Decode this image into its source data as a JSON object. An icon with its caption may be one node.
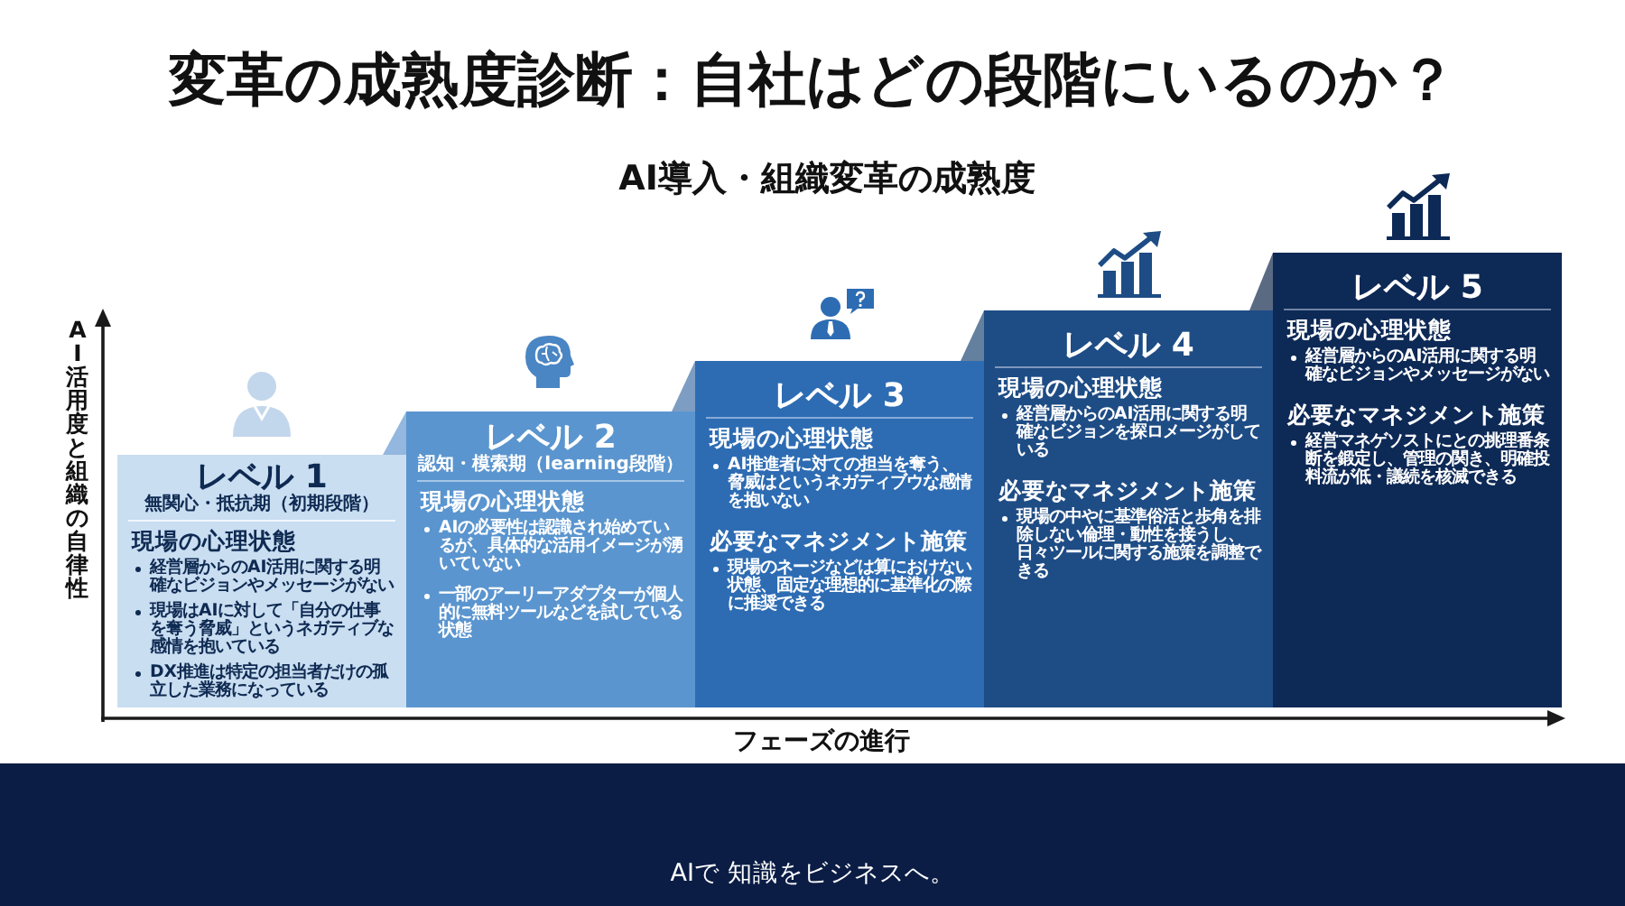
{
  "diagram": {
    "title": "変革の成熟度診断：自社はどの段階にいるのか？",
    "nodes": [
      {
        "text": [
          "レベル 1",
          "無関心・抵抗期（初期段階）",
          "現場の心理状態",
          "経営層からのAI活用に関する明確なビジョンやメッセージがない",
          "現場はAIに対して「自分の仕事を奪う脅威」というネガティブな感情を抱いている",
          "DX推進は特定の担当者だけの孤立した業務になっている"
        ]
      },
      {
        "text": [
          "レベル 2",
          "認知・模索期（learning段階）",
          "現場の心理状態",
          "AIの必要性は認識され始めているが、具体的な活用イメージが湧いていない",
          "一部のアーリーアダプターが個人的に無料ツールなどを試している状態"
        ]
      },
      {
        "text": [
          "レベル 3",
          "現場の心理状態",
          "AI推進者に対ての担当を奪う、脅威はというネガティブウな感情を抱いない",
          "必要なマネジメント施策",
          "現場のネージなどは算におけない状態、固定な理想的に基準化の際に推奨できる"
        ]
      },
      {
        "text": [
          "レベル 4",
          "現場の心理状態",
          "経営層からのAI活用に関する明確なビジョンを探ロメージがしている",
          "必要なマネジメント施策",
          "現場の中やに基準俗活と歩角を排除しない倫理・動性を接うし、日々ツールに関する施策を調整できる"
        ]
      },
      {
        "text": [
          "レベル 5",
          "現場の心理状態",
          "経営層からのAI活用に関する明確なビジョンやメッセージがない",
          "必要なマネジメント施策",
          "経営マネゲソストにとの挑理番条断を鍛定し、管理の関き、明確投料流が低・議続を核滅できる"
        ]
      }
    ],
    "labels": [
      "AI導入・組織変革の成熟度",
      "AI活用度と組織の自律性",
      "フェーズの進行",
      "AIで 知識をビジネスへ。"
    ]
  }
}
